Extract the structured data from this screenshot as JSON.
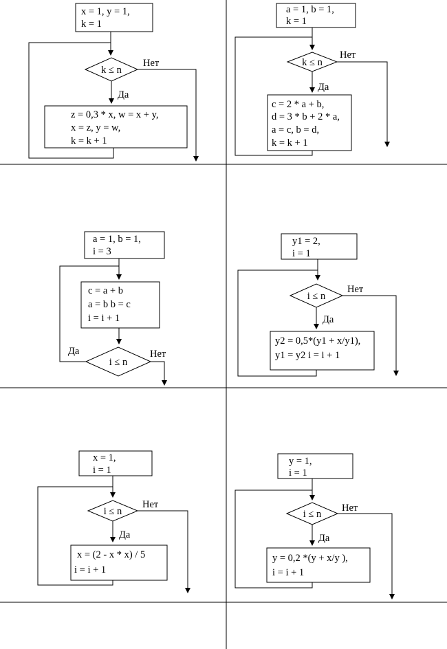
{
  "labels": {
    "yes": "Да",
    "no": "Нет"
  },
  "diagrams": [
    {
      "init": [
        "x = 1, y = 1,",
        "k = 1"
      ],
      "cond": "k ≤ n",
      "body": [
        "z = 0,3 * x, w = x + y,",
        "x = z, y = w,",
        "k = k + 1"
      ]
    },
    {
      "init": [
        "a = 1, b = 1,",
        "k = 1"
      ],
      "cond": "k ≤ n",
      "body": [
        "c = 2 * a + b,",
        "d = 3 * b + 2 * a,",
        "a = c, b = d,",
        "k = k + 1"
      ]
    },
    {
      "init": [
        "a = 1, b = 1,",
        "i = 3"
      ],
      "cond": "i ≤ n",
      "body": [
        "c = a + b",
        "a = b   b = c",
        "i = i + 1"
      ]
    },
    {
      "init": [
        "y1 = 2,",
        "i = 1"
      ],
      "cond": "i ≤ n",
      "body": [
        "y2 = 0,5*(y1 + x/y1),",
        "y1 = y2   i = i + 1"
      ]
    },
    {
      "init": [
        "x = 1,",
        "i = 1"
      ],
      "cond": "i ≤ n",
      "body": [
        "x = (2 - x * x) / 5",
        "i = i + 1"
      ]
    },
    {
      "init": [
        "y   = 1,",
        "i = 1"
      ],
      "cond": "i ≤ n",
      "body": [
        "y   = 0,2 *(y   + x/y  ),",
        "i = i + 1"
      ]
    }
  ]
}
